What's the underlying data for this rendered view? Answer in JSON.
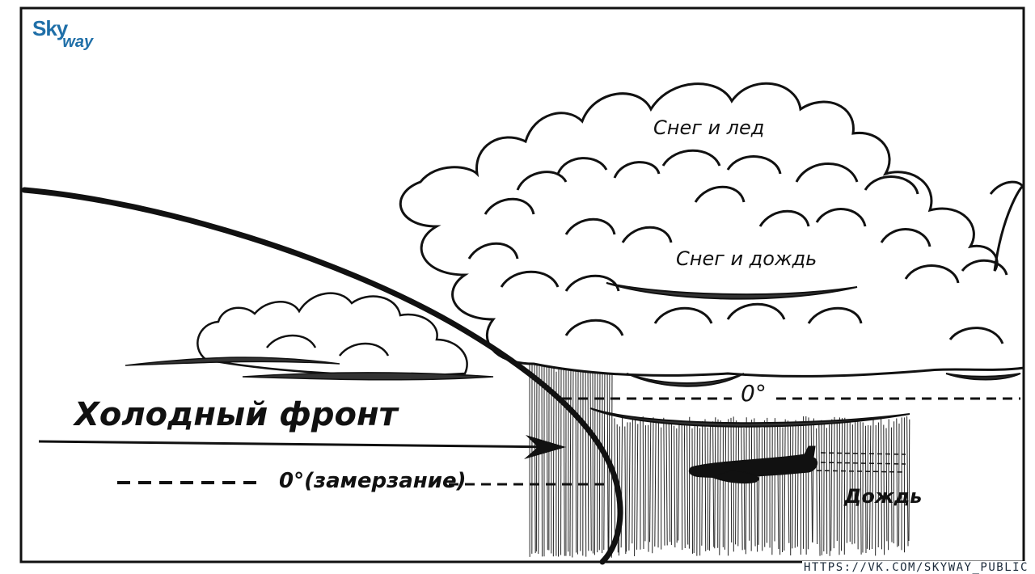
{
  "logo": {
    "part1": "Sky",
    "part2": "way"
  },
  "labels": {
    "snow_ice": "Снег и лед",
    "snow_rain": "Снег и дождь",
    "zero": "0°",
    "cold_front": "Холодный фронт",
    "freezing": "0°(замерзание)",
    "rain": "Дождь"
  },
  "watermark_url": "HTTPS://VK.COM/SKYWAY_PUBLIC",
  "colors": {
    "ink": "#111111",
    "logo": "#1f6fa8",
    "url": "#1b2a3a"
  }
}
